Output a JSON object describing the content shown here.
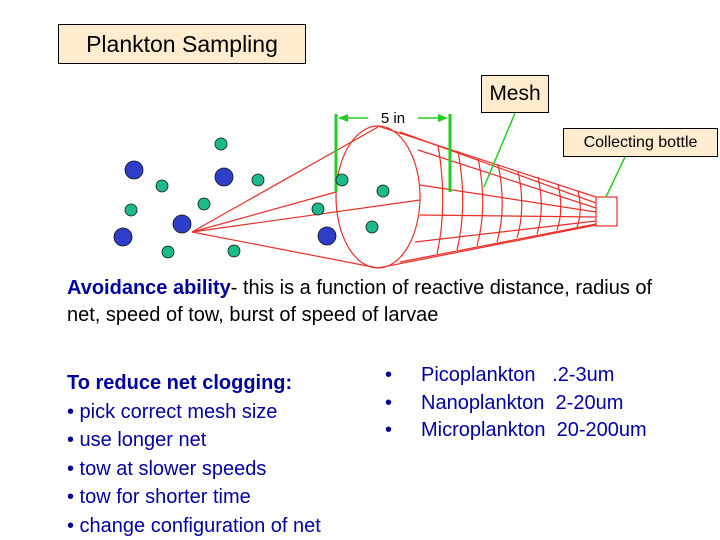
{
  "title": "Plankton Sampling",
  "labels": {
    "mesh": "Mesh",
    "bottle": "Collecting bottle",
    "opening": "5 in"
  },
  "paragraph": {
    "emphasis": "Avoidance ability",
    "rest": "- this is a function of reactive distance, radius of net, speed of tow, burst of speed of larvae"
  },
  "clogging": {
    "heading": "To reduce net clogging:",
    "items": [
      "• pick correct mesh size",
      "• use longer net",
      "• tow at slower speeds",
      "• tow for shorter time",
      "• change configuration of net"
    ]
  },
  "size_classes": [
    {
      "bullet": "•",
      "text": "Picoplankton   .2-3um"
    },
    {
      "bullet": "•",
      "text": "Nanoplankton  2-20um"
    },
    {
      "bullet": "•",
      "text": "Microplankton  20-200um"
    }
  ],
  "colors": {
    "accent_text": "#0000a0",
    "label_fill": "#ffebcd",
    "net_lines": "#e8302a",
    "dimension": "#22cc22",
    "large_particle": "#2e3ec8",
    "small_particle": "#1db98a"
  }
}
